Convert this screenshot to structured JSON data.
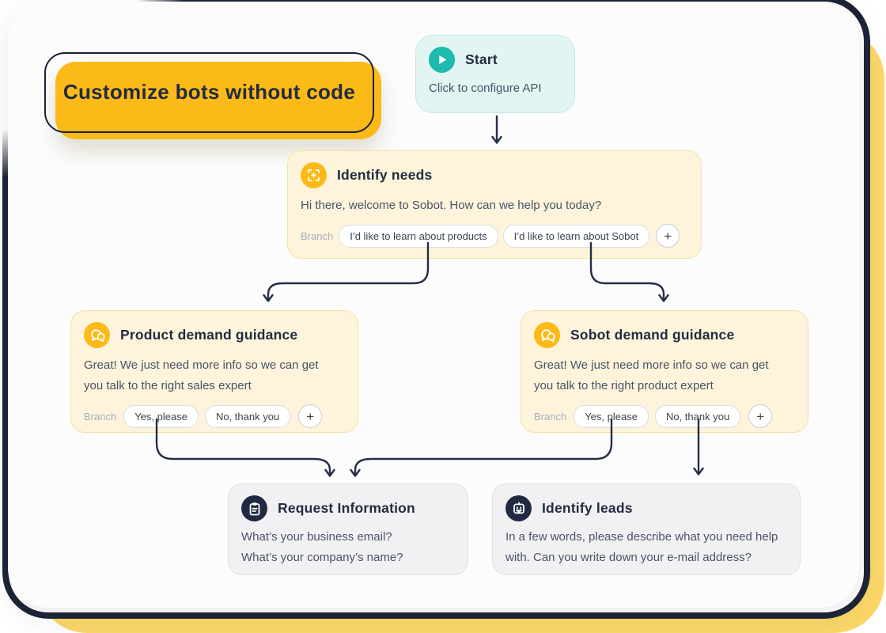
{
  "banner": {
    "label": "Customize bots without code"
  },
  "colors": {
    "navy": "#1E2437",
    "yellow": "#FBBA17",
    "yellow_soft": "#FAD767",
    "cream": "#FDF4DB",
    "cream_border": "#F5E0A6",
    "gray_card": "#F1F1F4",
    "teal": "#1EB9AF",
    "teal_bg": "#E2F5F3",
    "title_text": "#232B40",
    "body_text": "#4A5366",
    "muted_text": "#A7ADBB"
  },
  "ui": {
    "plus": "+",
    "branch_label": "Branch"
  },
  "nodes": {
    "start": {
      "title": "Start",
      "subtitle": "Click to configure API",
      "icon": "play-icon"
    },
    "identify_needs": {
      "title": "Identify needs",
      "icon": "scan-icon",
      "message": "Hi there, welcome to Sobot. How can we help you today?",
      "branches": [
        "I’d like to learn about products",
        "I’d like to learn about Sobot"
      ]
    },
    "product_demand_guidance": {
      "title": "Product demand guidance",
      "icon": "chat-bubbles-icon",
      "message_line1": "Great! We just need more info so we can get",
      "message_line2": "you talk to the right sales expert",
      "branches": [
        "Yes, please",
        "No, thank you"
      ]
    },
    "sobot_demand_guidance": {
      "title": "Sobot demand guidance",
      "icon": "chat-bubbles-icon",
      "message_line1": "Great! We just need more info so we can get",
      "message_line2": "you talk to the right product expert",
      "branches": [
        "Yes, please",
        "No, thank you"
      ]
    },
    "request_information": {
      "title": "Request Information",
      "icon": "clipboard-icon",
      "message_line1": "What’s your business email?",
      "message_line2": "What’s your company’s name?"
    },
    "identify_leads": {
      "title": "Identify leads",
      "icon": "robot-icon",
      "message_line1": "In a few words, please describe what you need help",
      "message_line2": "with. Can you write down your e-mail address?"
    }
  }
}
